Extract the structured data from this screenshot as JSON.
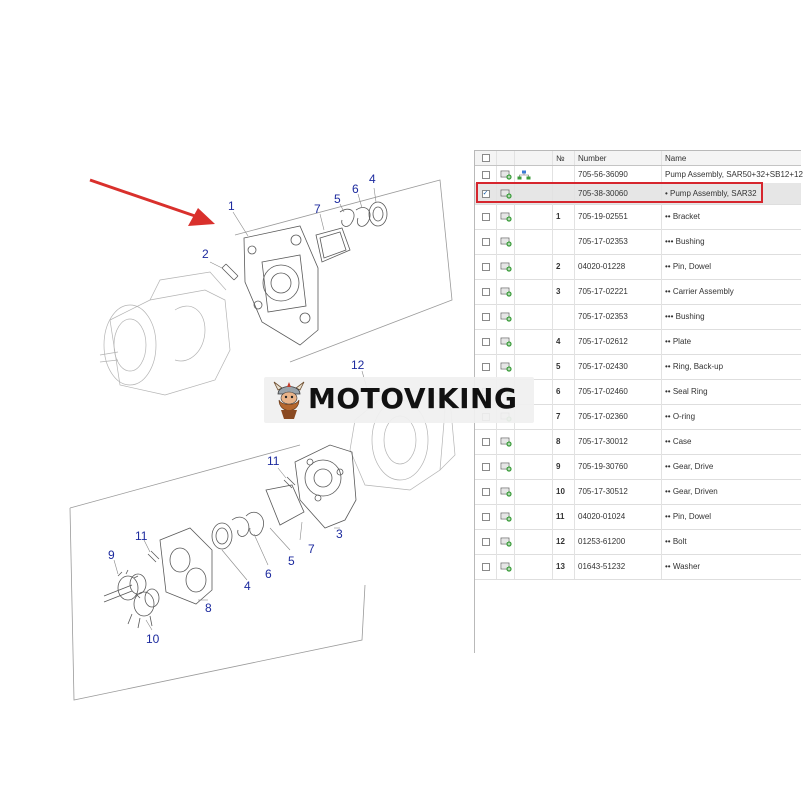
{
  "diagram": {
    "callouts": {
      "c1": "1",
      "c2": "2",
      "c7a": "7",
      "c5a": "5",
      "c6a": "6",
      "c4a": "4",
      "c12": "12",
      "c11a": "11",
      "c3": "3",
      "c7b": "7",
      "c5b": "5",
      "c6b": "6",
      "c4b": "4",
      "c8": "8",
      "c11b": "11",
      "c9": "9",
      "c10": "10"
    },
    "arrow_color": "#d9302c",
    "callout_color": "#1c2a9e"
  },
  "parts_table": {
    "columns": {
      "no": "№",
      "number": "Number",
      "name": "Name"
    },
    "rows": [
      {
        "no": "",
        "number": "705-56-36090",
        "name": "Pump Assembly, SAR50+32+SB12+12",
        "checked": false,
        "tree_icon": true
      },
      {
        "no": "",
        "number": "705-38-30060",
        "name": "• Pump Assembly, SAR32",
        "checked": true,
        "tree_icon": false
      },
      {
        "no": "1",
        "number": "705-19-02551",
        "name": "•• Bracket",
        "checked": false,
        "tree_icon": false
      },
      {
        "no": "",
        "number": "705-17-02353",
        "name": "••• Bushing",
        "checked": false,
        "tree_icon": false
      },
      {
        "no": "2",
        "number": "04020-01228",
        "name": "•• Pin, Dowel",
        "checked": false,
        "tree_icon": false
      },
      {
        "no": "3",
        "number": "705-17-02221",
        "name": "•• Carrier Assembly",
        "checked": false,
        "tree_icon": false
      },
      {
        "no": "",
        "number": "705-17-02353",
        "name": "••• Bushing",
        "checked": false,
        "tree_icon": false
      },
      {
        "no": "4",
        "number": "705-17-02612",
        "name": "•• Plate",
        "checked": false,
        "tree_icon": false
      },
      {
        "no": "5",
        "number": "705-17-02430",
        "name": "•• Ring, Back-up",
        "checked": false,
        "tree_icon": false
      },
      {
        "no": "6",
        "number": "705-17-02460",
        "name": "•• Seal Ring",
        "checked": false,
        "tree_icon": false
      },
      {
        "no": "7",
        "number": "705-17-02360",
        "name": "•• O-ring",
        "checked": false,
        "tree_icon": false
      },
      {
        "no": "8",
        "number": "705-17-30012",
        "name": "•• Case",
        "checked": false,
        "tree_icon": false
      },
      {
        "no": "9",
        "number": "705-19-30760",
        "name": "•• Gear, Drive",
        "checked": false,
        "tree_icon": false
      },
      {
        "no": "10",
        "number": "705-17-30512",
        "name": "•• Gear, Driven",
        "checked": false,
        "tree_icon": false
      },
      {
        "no": "11",
        "number": "04020-01024",
        "name": "•• Pin, Dowel",
        "checked": false,
        "tree_icon": false
      },
      {
        "no": "12",
        "number": "01253-61200",
        "name": "•• Bolt",
        "checked": false,
        "tree_icon": false
      },
      {
        "no": "13",
        "number": "01643-51232",
        "name": "•• Washer",
        "checked": false,
        "tree_icon": false
      }
    ],
    "selected_row_outline_color": "#d6262e",
    "row_icons": [
      "add-to-cart-icon",
      "tree-icon"
    ]
  },
  "watermark": {
    "text": "MOTOVIKING",
    "logo": "viking-mascot-icon"
  }
}
